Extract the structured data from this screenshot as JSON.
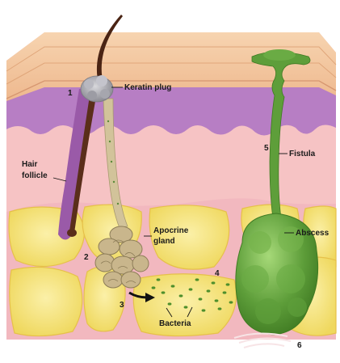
{
  "diagram": {
    "labels": {
      "keratin_plug": "Keratin plug",
      "hair_follicle_1": "Hair",
      "hair_follicle_2": "follicle",
      "apocrine_gland_1": "Apocrine",
      "apocrine_gland_2": "gland",
      "fistula": "Fistula",
      "abscess": "Abscess",
      "bacteria": "Bacteria"
    },
    "numbers": {
      "n1": "1",
      "n2": "2",
      "n3": "3",
      "n4": "4",
      "n5": "5",
      "n6": "6"
    },
    "colors": {
      "epidermis": "#f3c79e",
      "epidermis_dark": "#e0a77a",
      "dermis_purple": "#b27bbf",
      "dermis_pink": "#f6c6c9",
      "fat": "#f4e27a",
      "fat_border": "#e8c24a",
      "fat_septa": "#f2b8bf",
      "hair": "#5a2e1a",
      "gland": "#c9b88e",
      "plug": "#a8a8b0",
      "abscess": "#5e9e3a",
      "abscess_light": "#8cc860",
      "bacteria": "#4e8f2c"
    }
  }
}
